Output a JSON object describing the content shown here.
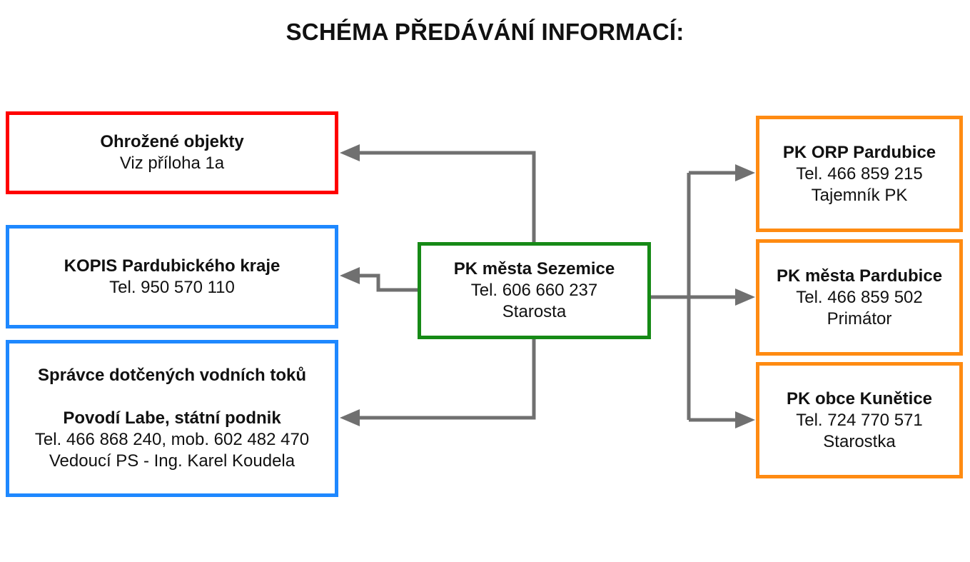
{
  "title": "SCHÉMA PŘEDÁVÁNÍ INFORMACÍ:",
  "colors": {
    "threatened_border": "#ff0000",
    "contact_border": "#1e88ff",
    "center_border": "#168a16",
    "recipient_border": "#ff8b12",
    "arrow": "#707070"
  },
  "boxes": {
    "ohrozene": {
      "name": "Ohrožené objekty",
      "line1": "Viz příloha 1a"
    },
    "kopis": {
      "name": "KOPIS Pardubického kraje",
      "line1": "Tel. 950 570 110"
    },
    "spravce": {
      "name": "Správce dotčených vodních toků",
      "org": "Povodí Labe, státní podnik",
      "line1": "Tel. 466 868 240, mob. 602 482 470",
      "line2": "Vedoucí PS - Ing. Karel Koudela"
    },
    "center": {
      "name": "PK města Sezemice",
      "line1": "Tel. 606 660 237",
      "line2": "Starosta"
    },
    "orp": {
      "name": "PK ORP Pardubice",
      "line1": "Tel. 466 859 215",
      "line2": "Tajemník PK"
    },
    "pardubice": {
      "name": "PK města Pardubice",
      "line1": "Tel. 466 859 502",
      "line2": "Primátor"
    },
    "kunetice": {
      "name": "PK obce Kunětice",
      "line1": "Tel. 724 770 571",
      "line2": "Starostka"
    }
  }
}
